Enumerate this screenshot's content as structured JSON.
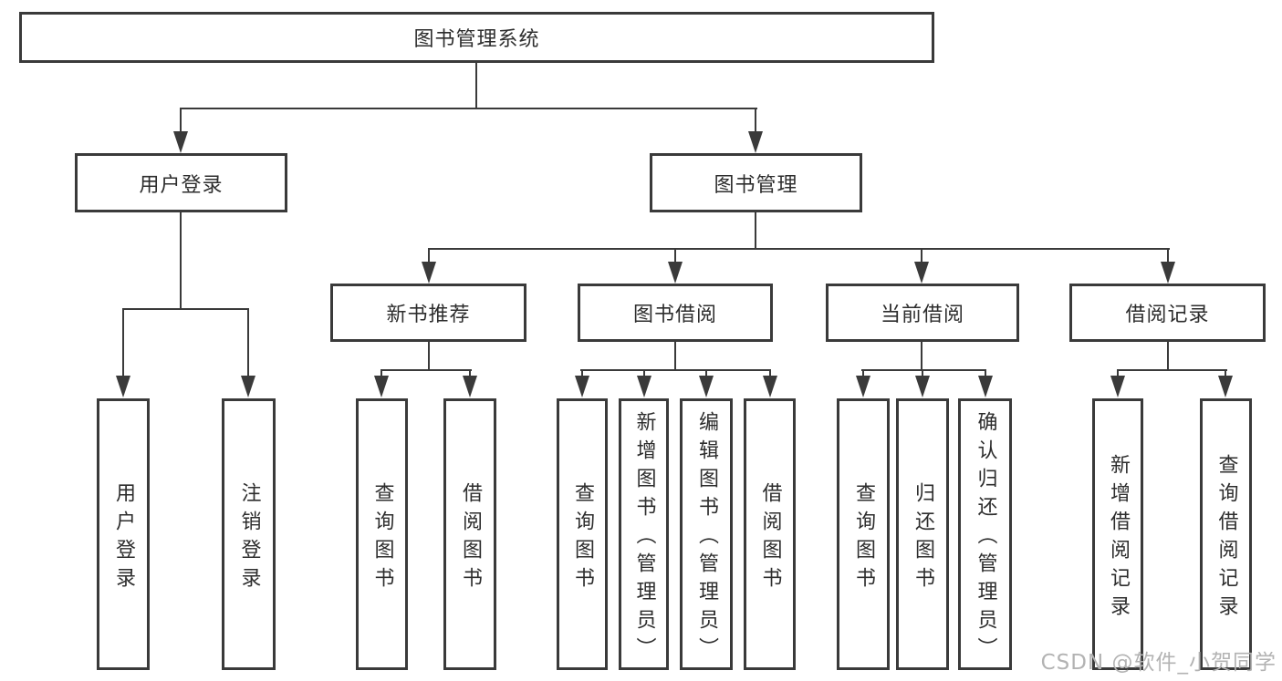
{
  "diagram_title": "图书管理系统",
  "tree": {
    "label": "图书管理系统",
    "children": [
      {
        "label": "用户登录",
        "children": [
          {
            "label": "用户登录"
          },
          {
            "label": "注销登录"
          }
        ]
      },
      {
        "label": "图书管理",
        "children": [
          {
            "label": "新书推荐",
            "children": [
              {
                "label": "查询图书"
              },
              {
                "label": "借阅图书"
              }
            ]
          },
          {
            "label": "图书借阅",
            "children": [
              {
                "label": "查询图书"
              },
              {
                "label": "新增图书（管理员）"
              },
              {
                "label": "编辑图书（管理员）"
              },
              {
                "label": "借阅图书"
              }
            ]
          },
          {
            "label": "当前借阅",
            "children": [
              {
                "label": "查询图书"
              },
              {
                "label": "归还图书"
              },
              {
                "label": "确认归还（管理员）"
              }
            ]
          },
          {
            "label": "借阅记录",
            "children": [
              {
                "label": "新增借阅记录"
              },
              {
                "label": "查询借阅记录"
              }
            ]
          }
        ]
      }
    ]
  },
  "watermark": "CSDN @软件_小贺同学",
  "colors": {
    "line": "#3a3a3a",
    "text": "#2d2d2d",
    "watermark": "#b3b3b3",
    "bg": "#ffffff"
  }
}
